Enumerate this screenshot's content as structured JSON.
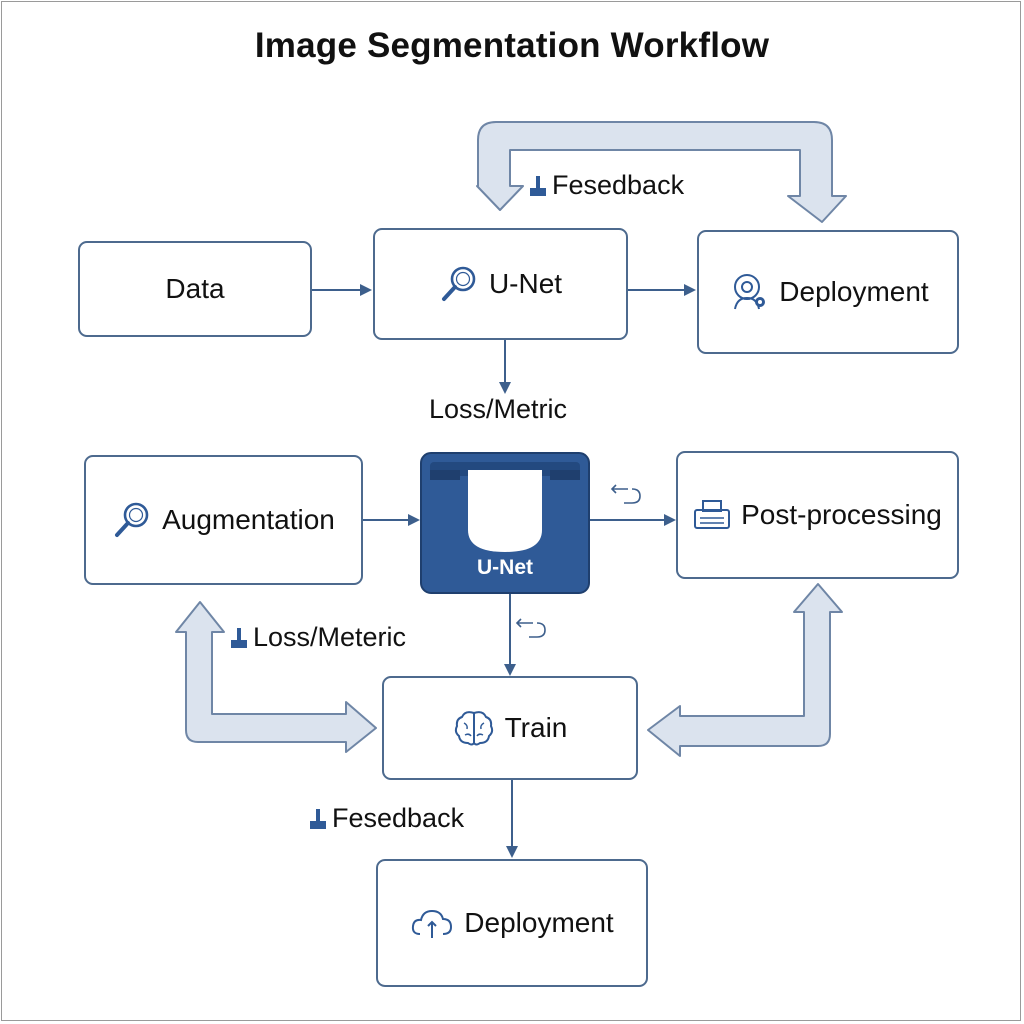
{
  "title": "Image Segmentation Workflow",
  "nodes": {
    "data": "Data",
    "unet_top": "U-Net",
    "deployment_top": "Deployment",
    "augmentation": "Augmentation",
    "unet_block": "U-Net",
    "post_processing": "Post-processing",
    "train": "Train",
    "deployment_bottom": "Deployment"
  },
  "edge_labels": {
    "feedback_top": "Fesedback",
    "loss_metric_top": "Loss/Metric",
    "loss_metric_left": "Loss/Meteric",
    "feedback_bottom": "Fesedback"
  },
  "icons": {
    "unet_top": "magnifier-icon",
    "deployment_top": "gear-person-icon",
    "augmentation": "magnifier-icon",
    "post_processing": "printer-icon",
    "train": "brain-icon",
    "deployment_bottom": "cloud-icon",
    "feedback": "pipe-icon",
    "loop": "loop-arrow-icon"
  },
  "colors": {
    "accent": "#2f5a97",
    "line": "#3d5f8c",
    "box_border": "#4d6a8e",
    "wide_arrow_fill": "#dbe3ee",
    "wide_arrow_stroke": "#6f86a6"
  }
}
